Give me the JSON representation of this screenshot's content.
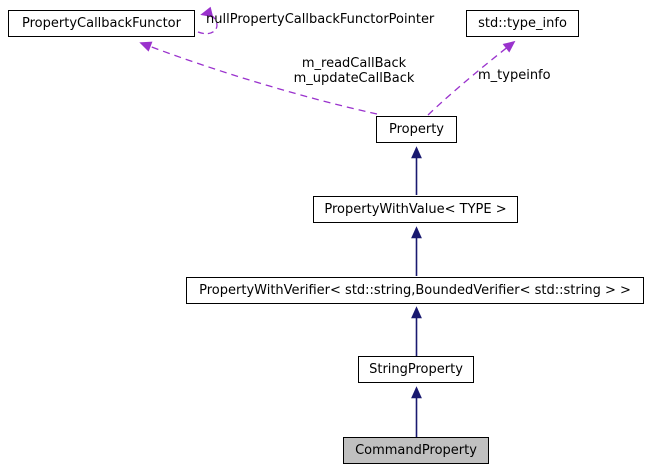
{
  "diagram": {
    "type": "doxygen-collaboration-graph",
    "nodes": {
      "property_callback_functor": "PropertyCallbackFunctor",
      "std_type_info": "std::type_info",
      "property": "Property",
      "property_with_value": "PropertyWithValue< TYPE >",
      "property_with_verifier": "PropertyWithVerifier< std::string,BoundedVerifier< std::string > >",
      "string_property": "StringProperty",
      "command_property": "CommandProperty"
    },
    "edge_labels": {
      "null_pointer": "nullPropertyCallbackFunctorPointer",
      "read_callback": "m_readCallBack",
      "update_callback": "m_updateCallBack",
      "typeinfo": "m_typeinfo"
    },
    "colors": {
      "inheritance_edge": "#191970",
      "usage_edge": "#9a32cd",
      "node_border": "#000000",
      "node_fill": "#ffffff",
      "highlight_fill": "#c0c0c0",
      "background": "#ffffff"
    }
  }
}
